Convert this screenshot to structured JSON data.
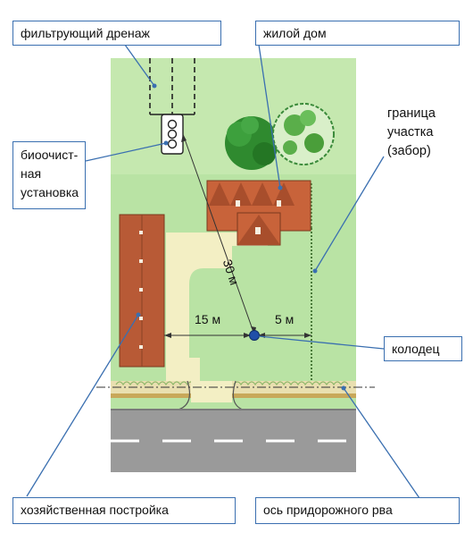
{
  "labels": {
    "drainage": "фильтрующий дренаж",
    "house": "жилой дом",
    "boundary": "граница\nучастка\n(забор)",
    "bio": "биоочист-\nная\nустановка",
    "well": "колодец",
    "outbuilding": "хозяйственная постройка",
    "ditch": "ось придорожного рва"
  },
  "dimensions": {
    "d30": "30 м",
    "d15": "15 м",
    "d5": "5 м"
  },
  "colors": {
    "plot": "#b9e3a4",
    "road": "#9a9a9a",
    "path": "#f3efc4",
    "roof": "#b85a36",
    "accent": "#3a6fb0",
    "well": "#1f4fa8"
  }
}
